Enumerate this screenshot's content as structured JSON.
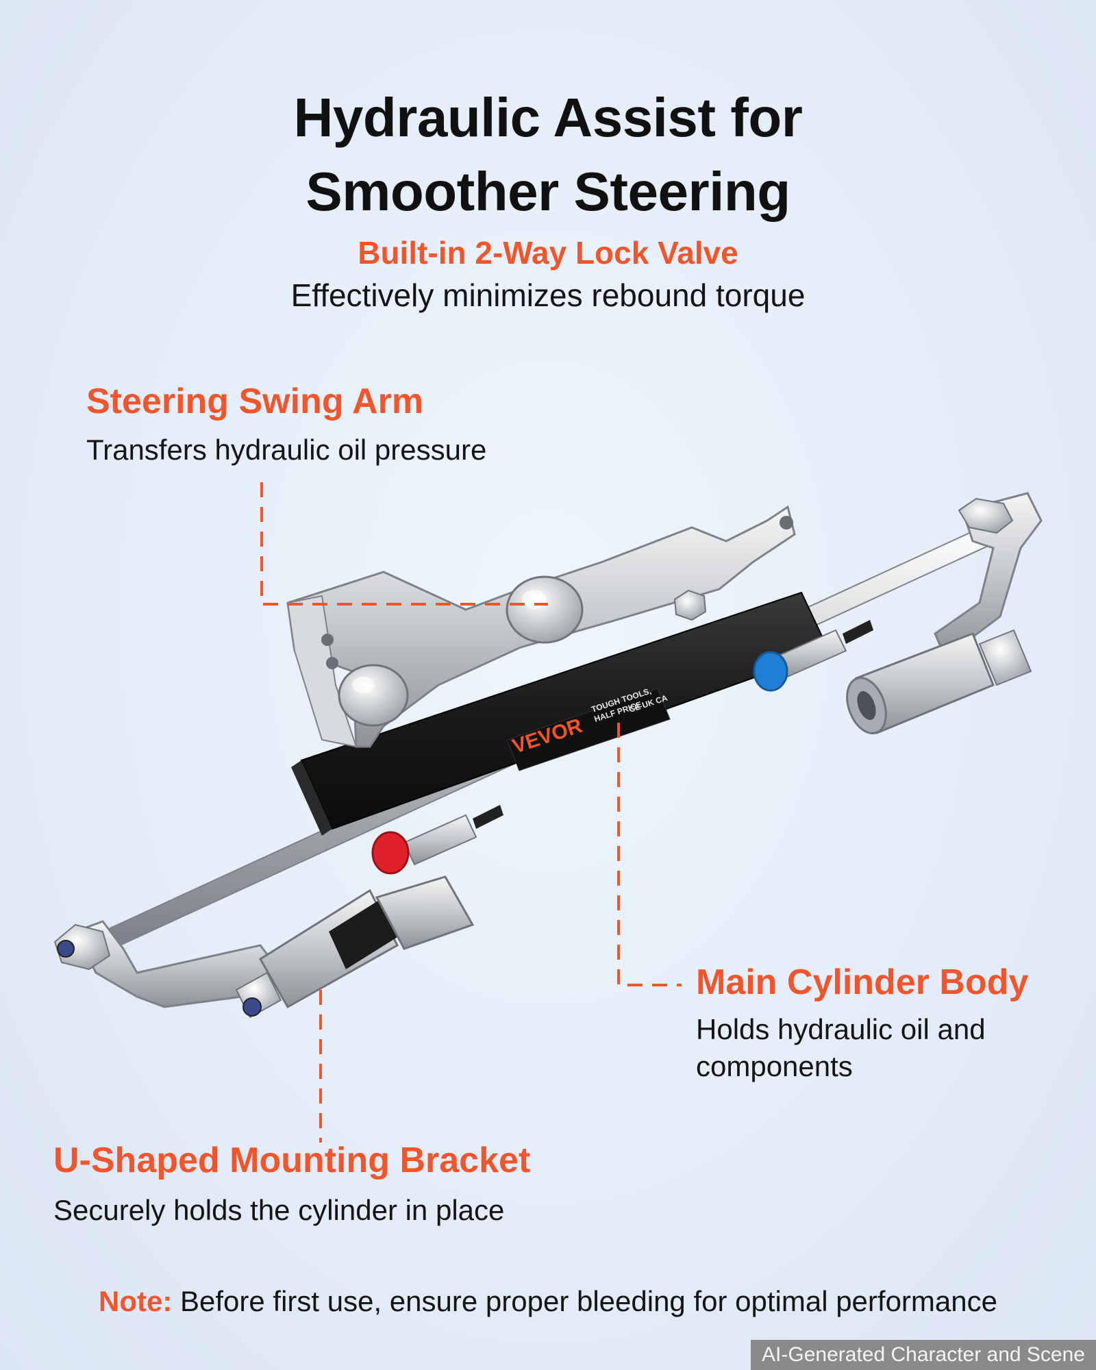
{
  "header": {
    "title_line1": "Hydraulic Assist for",
    "title_line2": "Smoother Steering",
    "subtitle_accent": "Built-in 2-Way Lock Valve",
    "subtitle_desc": "Effectively minimizes rebound torque"
  },
  "callouts": {
    "swing_arm": {
      "title": "Steering Swing Arm",
      "desc": "Transfers hydraulic oil pressure"
    },
    "cylinder_body": {
      "title": "Main Cylinder Body",
      "desc": "Holds hydraulic oil and components"
    },
    "bracket": {
      "title": "U-Shaped Mounting Bracket",
      "desc": "Securely holds the cylinder in place"
    }
  },
  "product": {
    "brand": "VEVOR",
    "slogan_line1": "TOUGH TOOLS,",
    "slogan_line2": "HALF PRICE",
    "marks": "CE UK CA"
  },
  "note": {
    "label": "Note:",
    "text": " Before first use, ensure proper bleeding for optimal performance"
  },
  "badge": "AI-Generated Character and Scene",
  "colors": {
    "accent": "#f0552b",
    "text": "#141414",
    "background": "#e6eef9",
    "cylinder": "#1a1a1a",
    "valve_blue": "#1f7fd6",
    "valve_red": "#e0202a"
  }
}
